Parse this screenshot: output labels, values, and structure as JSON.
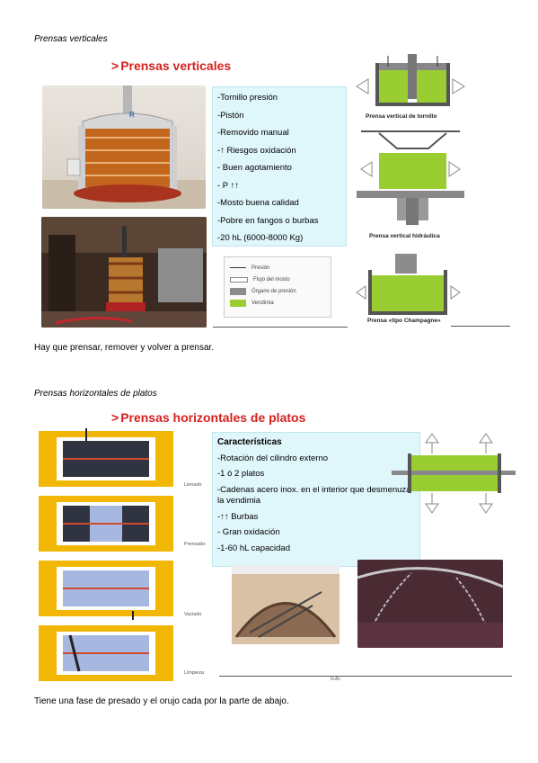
{
  "section1": {
    "heading": "Prensas verticales",
    "slide_title": "Prensas verticales",
    "bullets": [
      "-Tornillo presión",
      "-Pistón",
      "-Removido manual",
      "-↑ Riesgos oxidación",
      "- Buen agotamiento",
      "- P ↑↑",
      "-Mosto buena calidad",
      "-Pobre en fangos o burbas",
      "-20 hL (6000-8000 Kg)"
    ],
    "legend": [
      "Presión",
      "Flujo del mosto",
      "Órgano de presión",
      "Vendimia"
    ],
    "diagram_labels": [
      "Prensa vertical de tornillo",
      "Prensa vertical hidráulica",
      "Prensa «tipo Champagne»"
    ],
    "photo_logo": "R",
    "caption": "Hay que prensar, remover y volver a prensar."
  },
  "section2": {
    "heading": "Prensas horizontales de platos",
    "slide_title": "Prensas horizontales de platos",
    "stages": [
      "Llenado",
      "Prensado",
      "Vaciado",
      "Limpieza"
    ],
    "char_title": "Características",
    "bullets": [
      "-Rotación del cilindro externo",
      "-1 ó 2 platos",
      "-Cadenas acero inox. en el interior que desmenuza la vendimia",
      "-↑↑ Burbas",
      "- Gran oxidación",
      "-1-60 hL capacidad"
    ],
    "footnote": "trullo",
    "caption": "Tiene una fase de presado y el orujo cada por la parte de abajo."
  },
  "colors": {
    "title_red": "#d62020",
    "box_bg": "#dff6fb",
    "vendimia_green": "#9acd32",
    "frame_yellow": "#f2b705"
  }
}
